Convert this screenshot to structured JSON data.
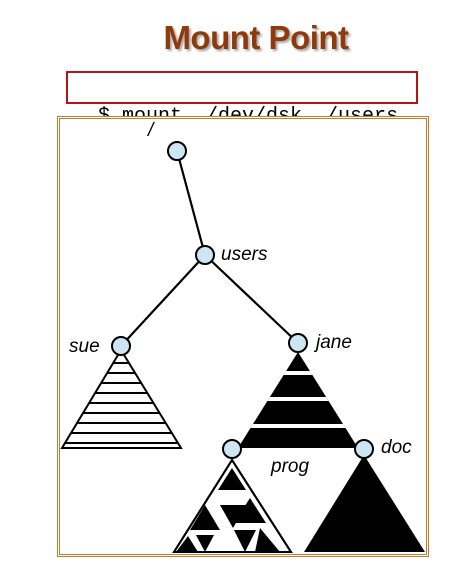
{
  "title": "Mount Point",
  "command": "$ mount  /dev/dsk  /users",
  "tree": {
    "root_label": "/",
    "mount_point_label": "users",
    "children": [
      {
        "label": "sue",
        "subtree_style": "striped"
      },
      {
        "label": "jane",
        "subtree_style": "banded"
      }
    ],
    "nested": [
      {
        "label": "prog",
        "subtree_style": "checkered"
      },
      {
        "label": "doc",
        "subtree_style": "solid"
      }
    ]
  },
  "colors": {
    "title": "#8e3a0c",
    "command_border": "#b5121b",
    "frame_border": "#c97a2d",
    "node_fill": "#cce6f4",
    "ink": "#000000"
  }
}
